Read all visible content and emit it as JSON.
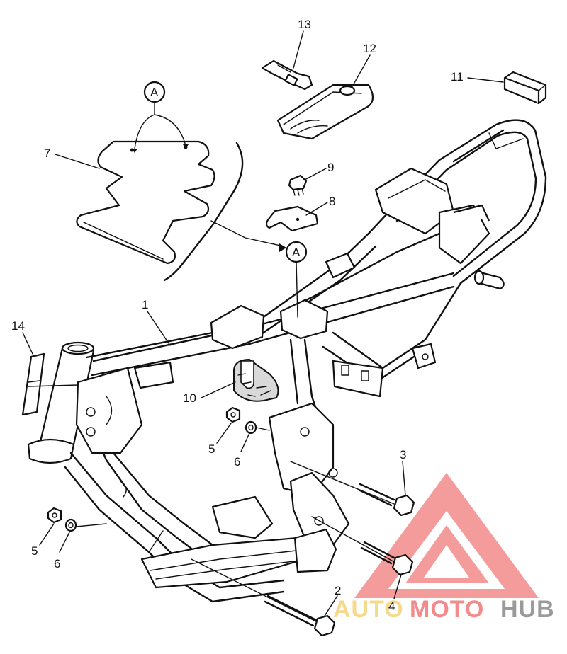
{
  "callouts": {
    "c1": "1",
    "c2": "2",
    "c3": "3",
    "c4": "4",
    "c5a": "5",
    "c5b": "5",
    "c6a": "6",
    "c6b": "6",
    "c7": "7",
    "c8": "8",
    "c9": "9",
    "c10": "10",
    "c11": "11",
    "c12": "12",
    "c13": "13",
    "c14": "14"
  },
  "references": {
    "a_top": "A",
    "a_mid": "A"
  },
  "watermark": {
    "text_auto": "AUTO",
    "text_moto": "MOTO",
    "text_hub": "HUB",
    "colors": {
      "logo_red": "#f28b8b",
      "auto_yellow": "#f6d98a",
      "hub_gray": "#9a9a9a"
    }
  }
}
